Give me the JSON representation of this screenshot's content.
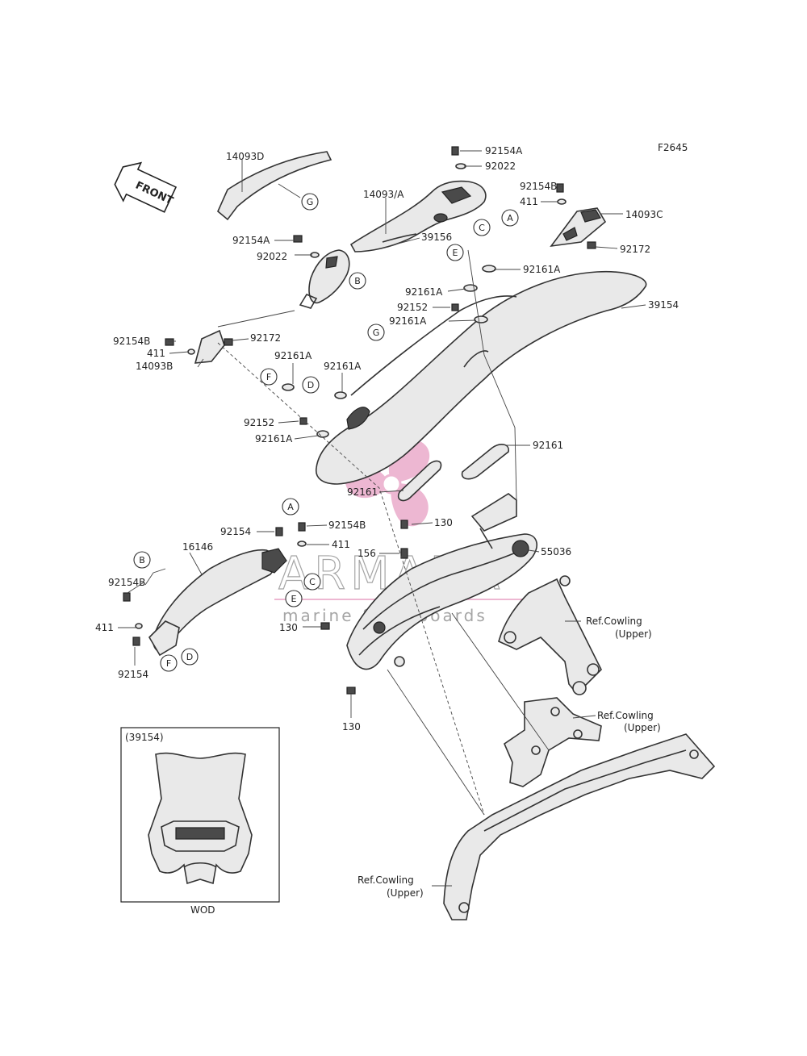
{
  "figure_code": "F2645",
  "front_label": "FRONT",
  "inset": {
    "title": "(39154)",
    "caption": "WOD"
  },
  "watermark": {
    "brand": "ARMADA",
    "tagline": "marine & outboards",
    "color": "#e8a0c4"
  },
  "part_labels": {
    "p14093D": "14093D",
    "p92154A_top": "92154A",
    "p92022_top": "92022",
    "p92154B_top": "92154B",
    "p411_top": "411",
    "p14093C": "14093C",
    "p14093A": "14093/A",
    "p39156": "39156",
    "p92172_right": "92172",
    "p92154A_left": "92154A",
    "p92022_left": "92022",
    "p92161A_c": "92161A",
    "p92161A_a": "92161A",
    "p92152_a": "92152",
    "p92161A_b": "92161A",
    "p39154": "39154",
    "p92154B_left": "92154B",
    "p411_left": "411",
    "p14093B": "14093B",
    "p92172_left": "92172",
    "p92161A_d": "92161A",
    "p92161A_e": "92161A",
    "p92152_b": "92152",
    "p92161A_f": "92161A",
    "p92161_r": "92161",
    "p92161_m": "92161",
    "p130_a": "130",
    "p92154_mid": "92154",
    "p92154B_mid": "92154B",
    "p411_mid": "411",
    "p156": "156",
    "p55036": "55036",
    "p16146": "16146",
    "p92154B_low": "92154B",
    "p411_low": "411",
    "p92154_low": "92154",
    "p130_b": "130",
    "p130_c": "130",
    "ref1": "Ref.Cowling",
    "ref1b": "(Upper)",
    "ref2": "Ref.Cowling",
    "ref2b": "(Upper)",
    "ref3": "Ref.Cowling",
    "ref3b": "(Upper)"
  },
  "callouts": {
    "G1": "G",
    "A1": "A",
    "B1": "B",
    "C1": "C",
    "E1": "E",
    "G2": "G",
    "F1": "F",
    "D1": "D",
    "A2": "A",
    "C2": "C",
    "E2": "E",
    "B2": "B",
    "D2": "D",
    "F2": "F"
  }
}
